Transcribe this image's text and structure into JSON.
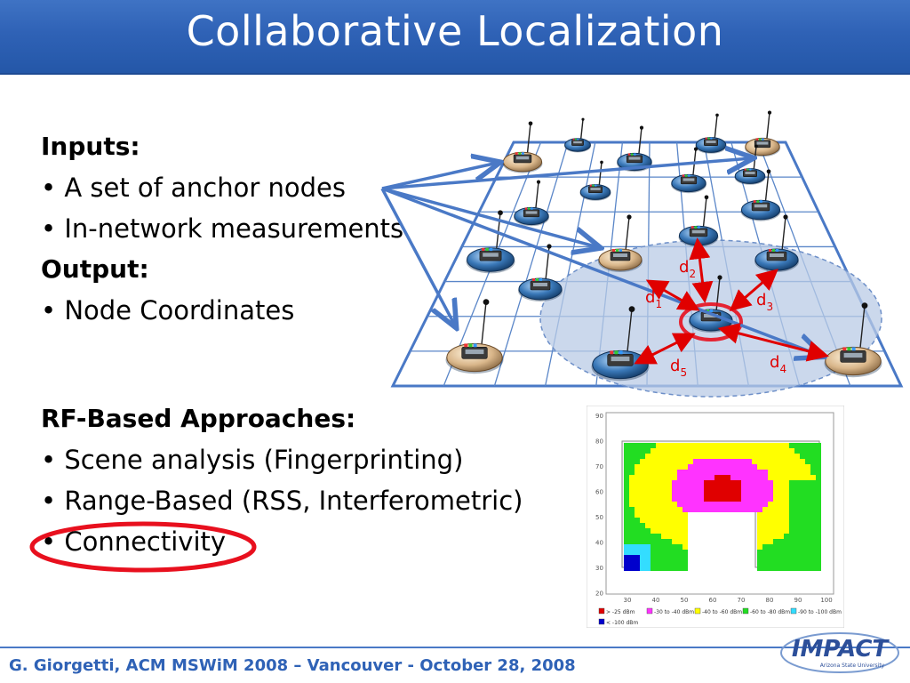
{
  "slide": {
    "title": "Collaborative Localization"
  },
  "inputs": {
    "heading": "Inputs:",
    "items": [
      "A set of anchor nodes",
      "In-network measurements"
    ]
  },
  "output": {
    "heading": "Output:",
    "items": [
      "Node Coordinates"
    ]
  },
  "rf": {
    "heading": "RF-Based Approaches:",
    "items": [
      "Scene analysis (Fingerprinting)",
      "Range-Based (RSS, Interferometric)",
      "Connectivity"
    ]
  },
  "diagram": {
    "distance_labels": {
      "d1": {
        "base": "d",
        "sub": "1"
      },
      "d2": {
        "base": "d",
        "sub": "2"
      },
      "d3": {
        "base": "d",
        "sub": "3"
      },
      "d4": {
        "base": "d",
        "sub": "4"
      },
      "d5": {
        "base": "d",
        "sub": "5"
      }
    }
  },
  "heatmap": {
    "x_ticks": [
      "30",
      "40",
      "50",
      "60",
      "70",
      "80",
      "90",
      "100"
    ],
    "y_ticks": [
      "90",
      "80",
      "70",
      "60",
      "50",
      "40",
      "30",
      "20"
    ],
    "legend": [
      {
        "label": "> -25 dBm",
        "color": "#e00000"
      },
      {
        "label": "-30 to -40 dBm",
        "color": "#ff33ff"
      },
      {
        "label": "-40 to -60 dBm",
        "color": "#ffff00"
      },
      {
        "label": "-60 to -80 dBm",
        "color": "#22dd22"
      },
      {
        "label": "-90 to -100 dBm",
        "color": "#33ddff"
      },
      {
        "label": "< -100 dBm",
        "color": "#0000cc"
      }
    ]
  },
  "colors": {
    "title_bar": "#2f62b6",
    "arrow_blue": "#4a79c6",
    "arrow_red": "#e00000",
    "highlight_red": "#e8101e",
    "anchor_node": "#d9b68a",
    "regular_node": "#3a78b8"
  },
  "footer": {
    "text": "G. Giorgetti, ACM MSWiM 2008 – Vancouver - October 28, 2008"
  },
  "logo": {
    "text": "IMPACT",
    "subtext": "Arizona State University"
  }
}
